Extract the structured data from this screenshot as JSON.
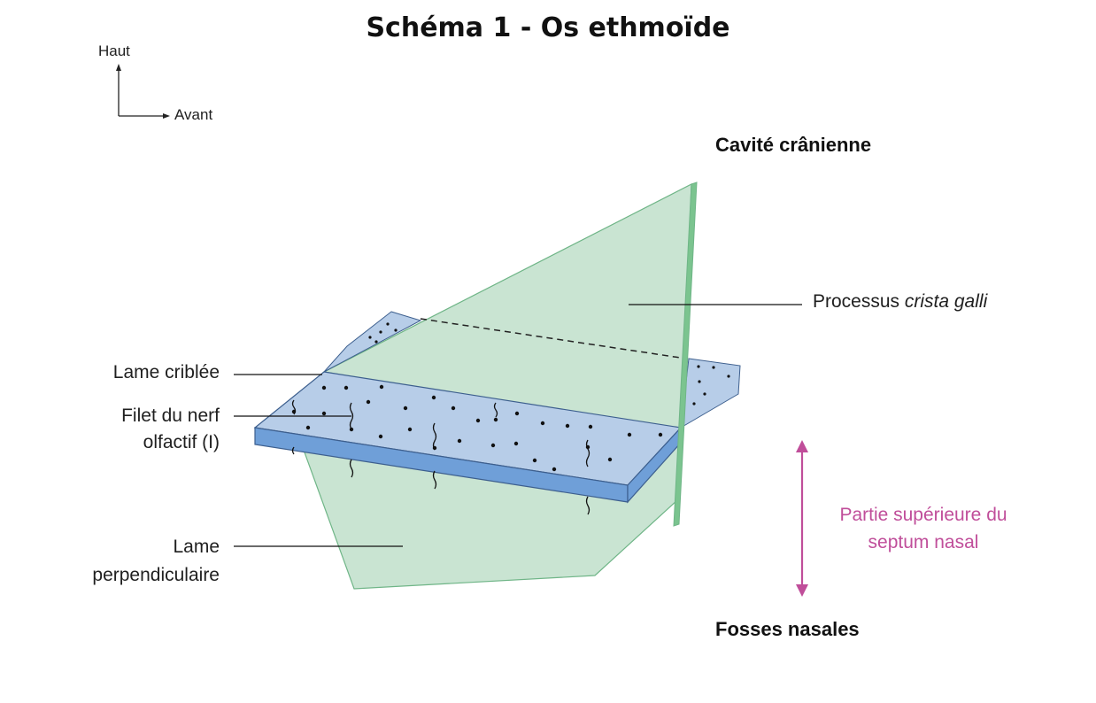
{
  "title": "Schéma 1 - Os ethmoïde",
  "orientation": {
    "up_label": "Haut",
    "forward_label": "Avant"
  },
  "regions": {
    "top": "Cavité crânienne",
    "bottom": "Fosses nasales"
  },
  "labels": {
    "crista_galli_prefix": "Processus ",
    "crista_galli_italic": "crista galli",
    "cribriform_plate": "Lame criblée",
    "olfactory_nerve_line1": "Filet du nerf",
    "olfactory_nerve_line2": "olfactif (I)",
    "perpendicular_plate_line1": "Lame",
    "perpendicular_plate_line2": "perpendiculaire",
    "septum_line1": "Partie supérieure du",
    "septum_line2": "septum nasal"
  },
  "colors": {
    "green_fill": "#c9e4d2",
    "green_edge": "#6fb587",
    "green_shadow": "#7bc48f",
    "blue_top": "#b7cde8",
    "blue_front": "#6f9fd8",
    "blue_edge": "#3d5f8e",
    "pink": "#c04e9a"
  }
}
